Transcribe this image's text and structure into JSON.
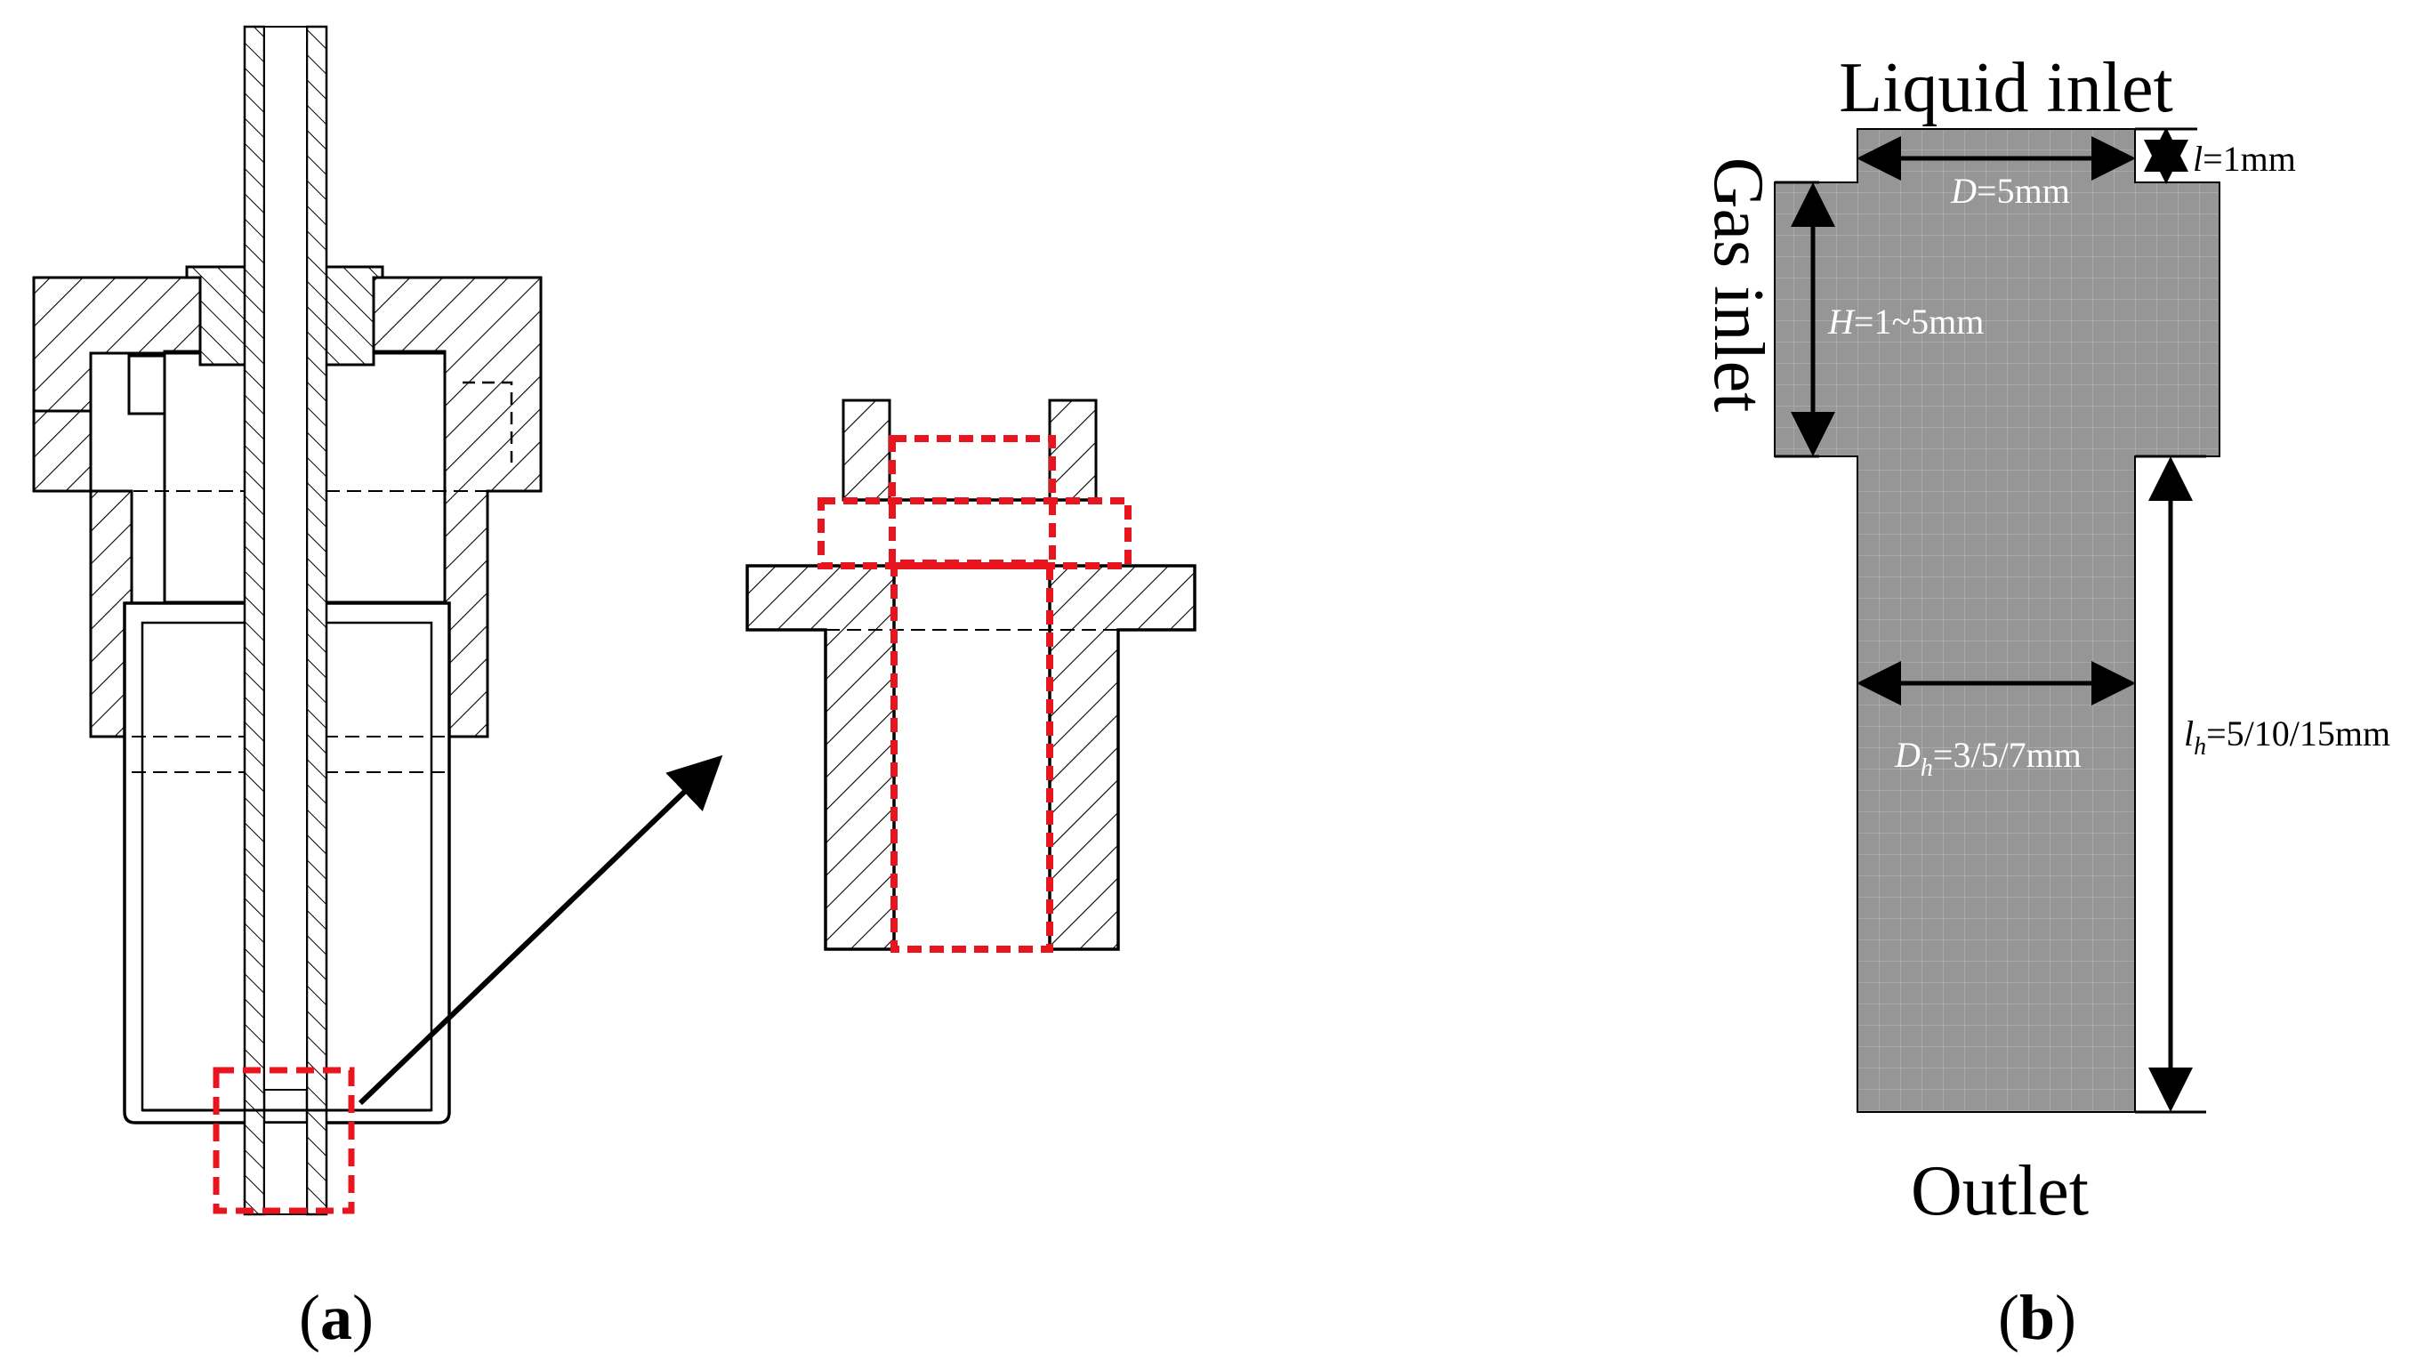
{
  "panel_a": {
    "caption_open": "(",
    "caption_letter": "a",
    "caption_close": ")"
  },
  "panel_b": {
    "caption_open": "(",
    "caption_letter": "b",
    "caption_close": ")",
    "liquid_inlet": "Liquid inlet",
    "gas_inlet": "Gas inlet",
    "outlet": "Outlet",
    "dim_l": {
      "sym": "l",
      "val": "=1mm"
    },
    "dim_D": {
      "sym": "D",
      "val": "=5mm"
    },
    "dim_H": {
      "sym": "H",
      "val": "=1~5mm"
    },
    "dim_Dh": {
      "sym": "D",
      "sub": "h",
      "val": "=3/5/7mm"
    },
    "dim_lh": {
      "sym": "l",
      "sub": "h",
      "val": "=5/10/15mm"
    }
  },
  "colors": {
    "mesh_fill": "#969696",
    "mesh_grid": "#b4b4b4",
    "highlight": "#e8141e",
    "line": "#000000"
  }
}
